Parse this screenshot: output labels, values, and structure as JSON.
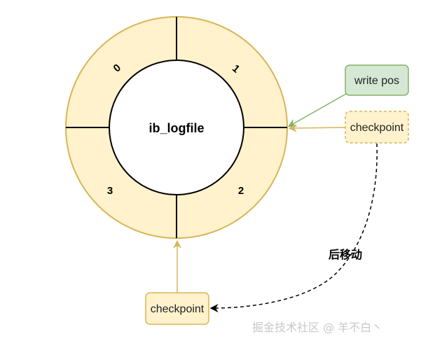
{
  "diagram": {
    "center_label": "ib_logfile",
    "segments": [
      "0",
      "1",
      "2",
      "3"
    ],
    "write_pos_label": "write pos",
    "checkpoint_right_label": "checkpoint",
    "checkpoint_bottom_label": "checkpoint",
    "move_label": "后移动"
  },
  "watermark": {
    "text": "掘金技术社区 @ 羊不白丶"
  },
  "colors": {
    "ring_fill": "#fff2cc",
    "ring_stroke": "#d6b656",
    "write_pos_fill": "#d5e8d4",
    "write_pos_stroke": "#82b366",
    "checkpoint_fill": "#fff2cc",
    "checkpoint_stroke": "#d6b656"
  }
}
